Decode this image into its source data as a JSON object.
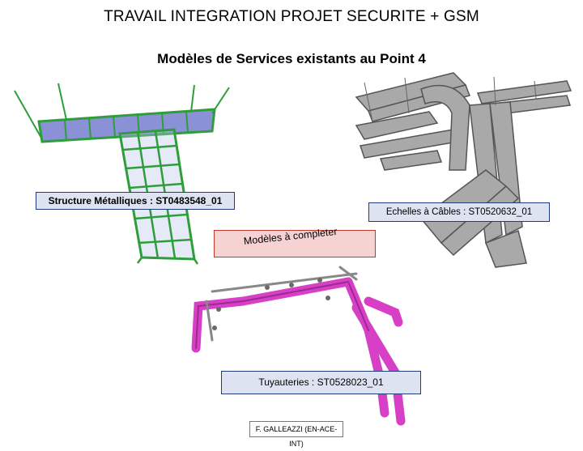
{
  "page": {
    "title": "TRAVAIL INTEGRATION PROJET SECURITE + GSM",
    "subtitle": "Modèles de Services existants au Point 4"
  },
  "labels": {
    "structure": "Structure Métalliques : ST0483548_01",
    "echelles": "Echelles à Câbles : ST0520632_01",
    "a_completer": "Modèles à completer",
    "tuyauteries": "Tuyauteries : ST0528023_01"
  },
  "footer": {
    "author": "F. GALLEAZZI (EN-ACE-INT)"
  },
  "colors": {
    "steel_green": "#2e9e3a",
    "panel_blue": "#8a91d6",
    "tray_gray": "#a9a9a9",
    "pipe_magenta": "#d63fc6",
    "label_fill": "#dde3f0",
    "label_border": "#1f3d7a",
    "warning_fill": "#f6d3d3",
    "warning_border": "#c0392b"
  }
}
